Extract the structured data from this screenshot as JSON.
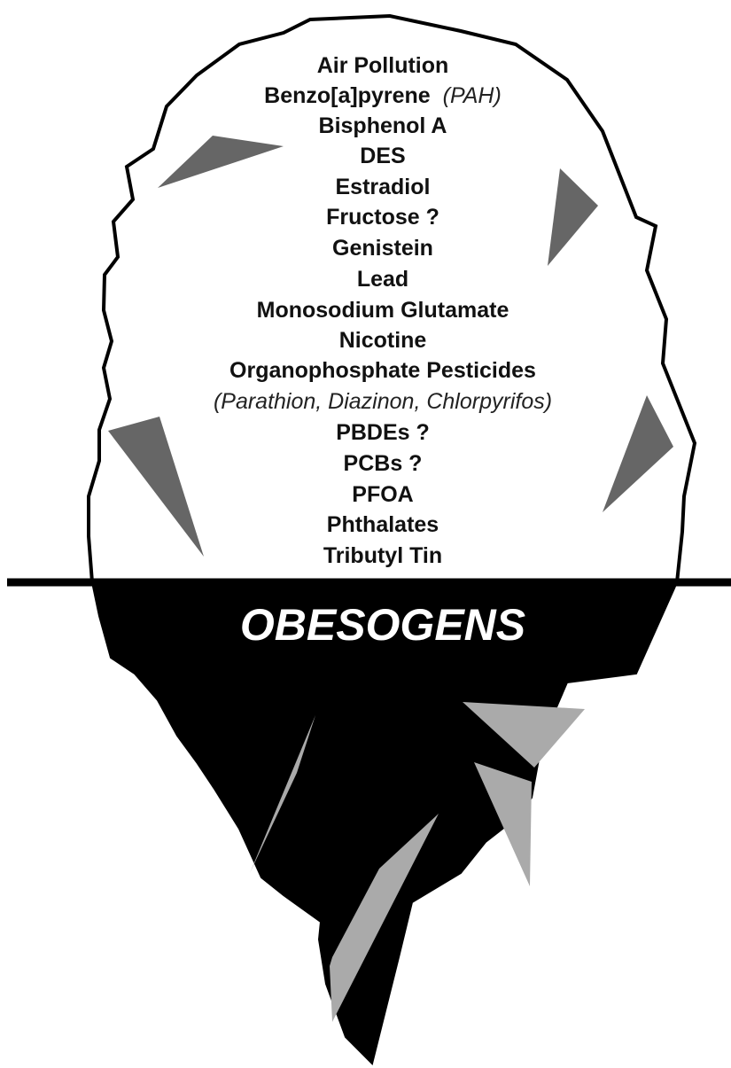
{
  "diagram": {
    "above_water_items": [
      {
        "text": "Air Pollution",
        "note": ""
      },
      {
        "text": "Benzo[a]pyrene",
        "note": "(PAH)"
      },
      {
        "text": "Bisphenol A",
        "note": ""
      },
      {
        "text": "DES",
        "note": ""
      },
      {
        "text": "Estradiol",
        "note": ""
      },
      {
        "text": "Fructose ?",
        "note": ""
      },
      {
        "text": "Genistein",
        "note": ""
      },
      {
        "text": "Lead",
        "note": ""
      },
      {
        "text": "Monosodium Glutamate",
        "note": ""
      },
      {
        "text": "Nicotine",
        "note": ""
      },
      {
        "text": "Organophosphate Pesticides",
        "note": ""
      },
      {
        "text": "",
        "note": "(Parathion, Diazinon, Chlorpyrifos)"
      },
      {
        "text": "PBDEs ?",
        "note": ""
      },
      {
        "text": "PCBs ?",
        "note": ""
      },
      {
        "text": "PFOA",
        "note": ""
      },
      {
        "text": "Phthalates",
        "note": ""
      },
      {
        "text": "Tributyl Tin",
        "note": ""
      }
    ],
    "below_water_title": "OBESOGENS",
    "colors": {
      "outline": "#000000",
      "above_fill": "#ffffff",
      "below_fill": "#000000",
      "above_facets": "#666666",
      "below_facets": "#aaaaaa",
      "title_text": "#ffffff"
    }
  }
}
